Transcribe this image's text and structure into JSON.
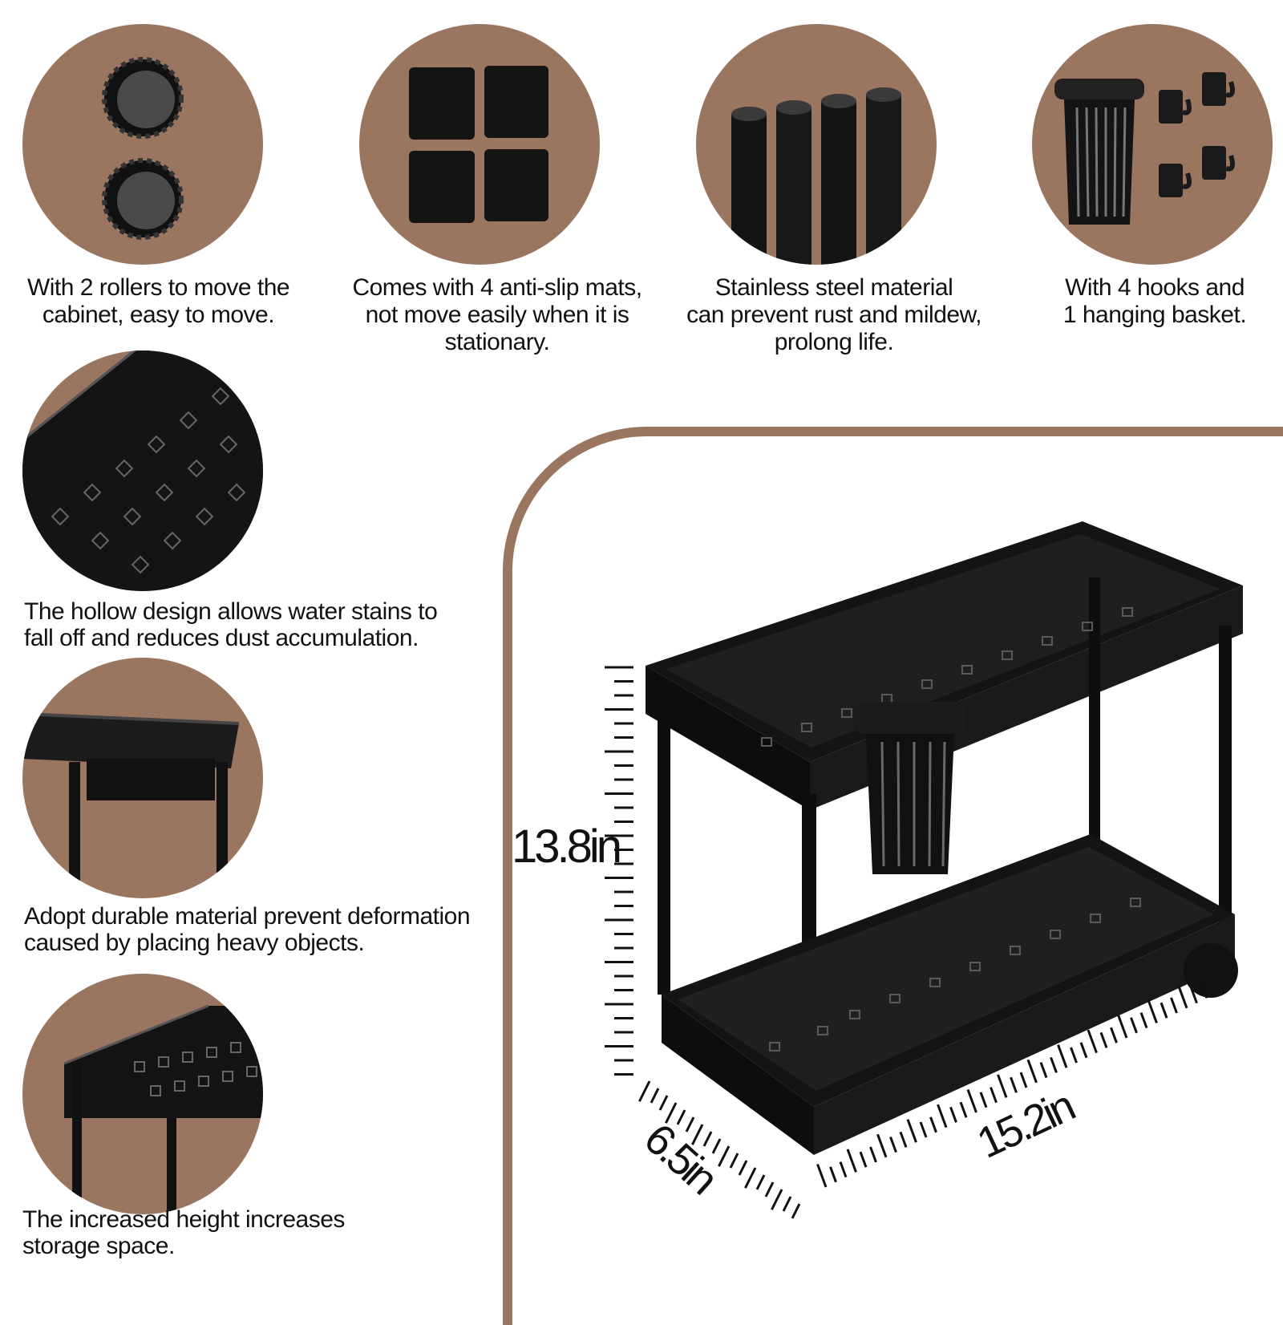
{
  "features_top": [
    {
      "icon": "roller-wheels-icon",
      "lines": [
        "With 2 rollers to move the",
        "cabinet, easy to move."
      ]
    },
    {
      "icon": "anti-slip-mats-icon",
      "lines": [
        "Comes with 4 anti-slip mats,",
        "not move easily when it is",
        "stationary."
      ]
    },
    {
      "icon": "steel-tubes-icon",
      "lines": [
        "Stainless steel material",
        "can prevent rust and mildew,",
        "prolong life."
      ]
    },
    {
      "icon": "hooks-basket-icon",
      "lines": [
        "With 4 hooks and",
        "1 hanging basket."
      ]
    }
  ],
  "features_left": [
    {
      "icon": "hollow-shelf-icon",
      "lines": [
        "The hollow design allows water stains to",
        "fall off and reduces dust accumulation."
      ]
    },
    {
      "icon": "durable-frame-icon",
      "lines": [
        "Adopt durable material prevent deformation",
        "caused by placing heavy objects."
      ]
    },
    {
      "icon": "tall-shelf-icon",
      "lines": [
        "The increased height increases",
        "storage space."
      ]
    }
  ],
  "dimensions": {
    "height": "13.8in",
    "depth": "6.5in",
    "width": "15.2in"
  },
  "colors": {
    "accent_brown": "#9a7660",
    "product_black": "#1a1a1a",
    "background": "#ffffff"
  }
}
